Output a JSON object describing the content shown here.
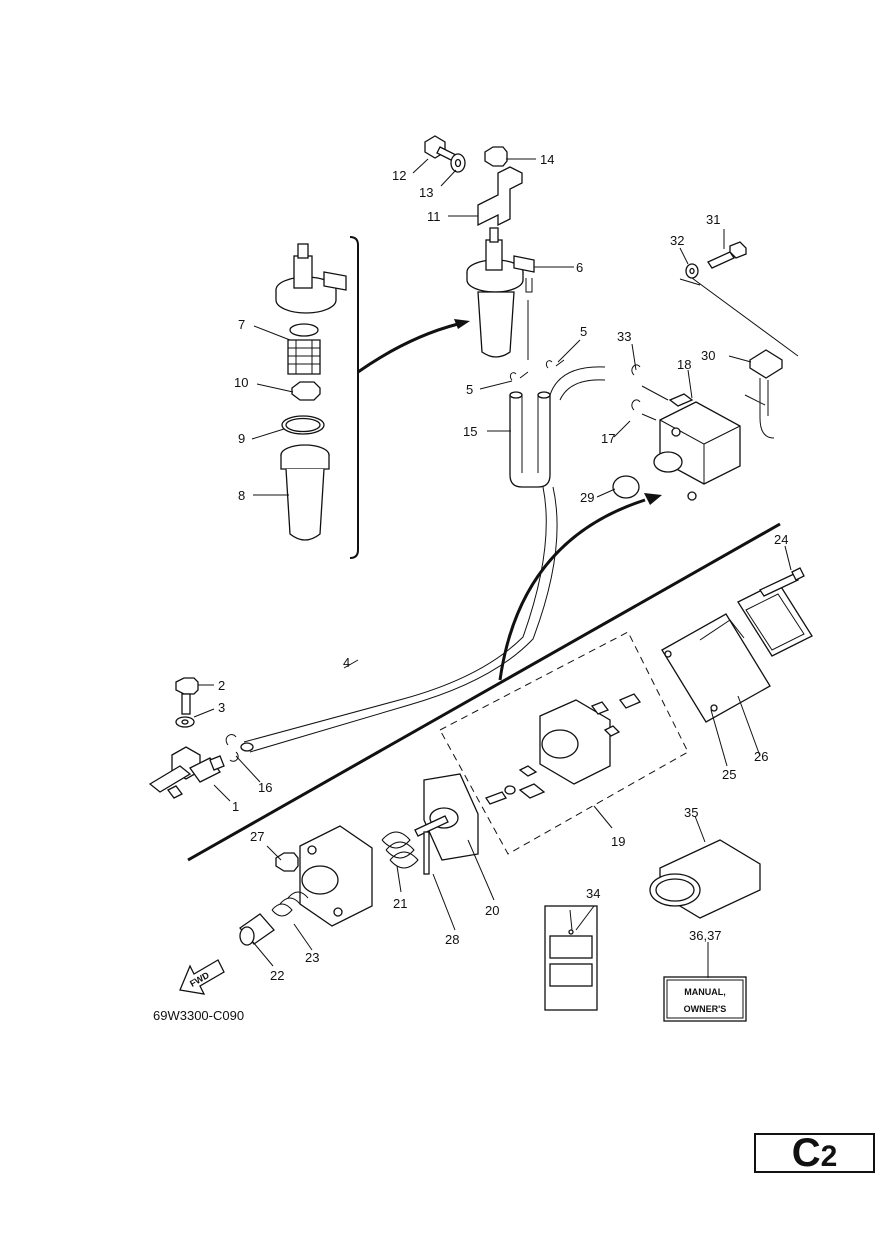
{
  "callouts": {
    "p1": "1",
    "p2": "2",
    "p3": "3",
    "p4": "4",
    "p5a": "5",
    "p5b": "5",
    "p6": "6",
    "p7": "7",
    "p8": "8",
    "p9": "9",
    "p10": "10",
    "p11": "11",
    "p12": "12",
    "p13": "13",
    "p14": "14",
    "p15": "15",
    "p16": "16",
    "p17": "17",
    "p18": "18",
    "p19": "19",
    "p20": "20",
    "p21": "21",
    "p22": "22",
    "p23": "23",
    "p24": "24",
    "p25": "25",
    "p26": "26",
    "p27": "27",
    "p28": "28",
    "p29": "29",
    "p30": "30",
    "p31": "31",
    "p32": "32",
    "p33": "33",
    "p34": "34",
    "p35": "35",
    "p36_37": "36,37"
  },
  "manual_label": {
    "line1": "MANUAL,",
    "line2": "OWNER'S"
  },
  "fwd_label": "FWD",
  "figure_code": "69W3300-C090",
  "page_ref": {
    "letter": "C",
    "number": "2"
  }
}
